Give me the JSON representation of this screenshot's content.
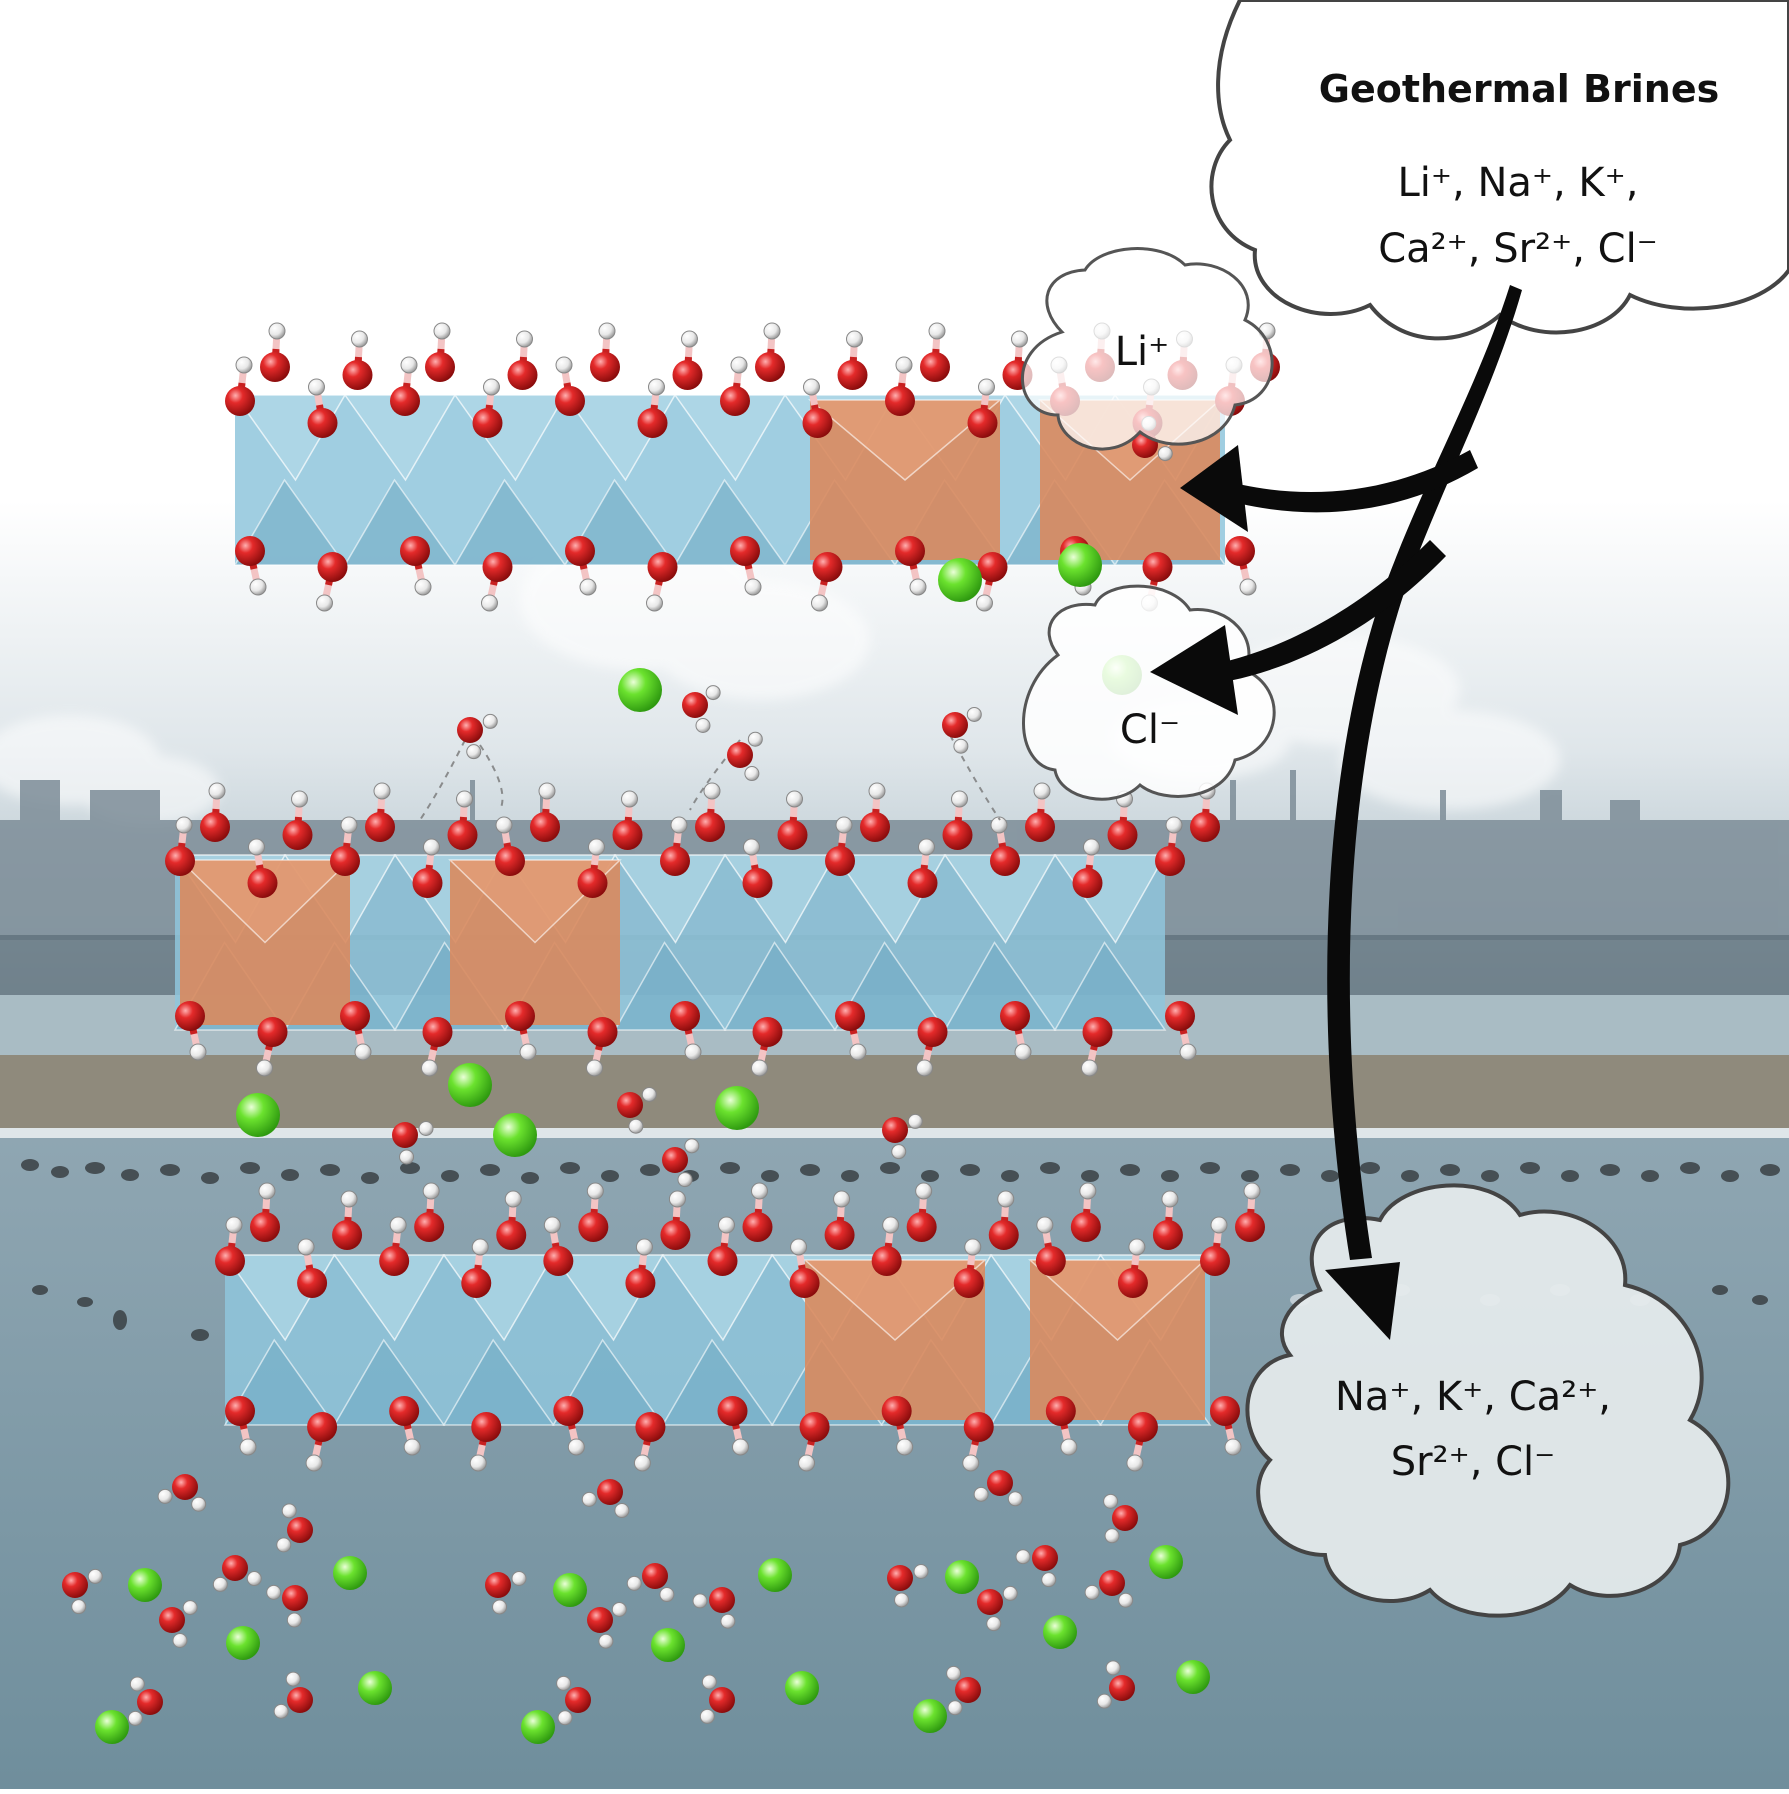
{
  "main_cloud": {
    "title": "Geothermal Brines",
    "line1": "Li⁺, Na⁺, K⁺,",
    "line2": "Ca²⁺, Sr²⁺, Cl⁻"
  },
  "li_cloud": {
    "label": "Li⁺"
  },
  "cl_cloud": {
    "label": "Cl⁻"
  },
  "out_cloud": {
    "line1": "Na⁺, K⁺, Ca²⁺,",
    "line2": "Sr²⁺, Cl⁻"
  },
  "colors": {
    "octa_blue": "#8fc6dc",
    "octa_orange": "#d98a5e",
    "oxygen": "#d71e1e",
    "hydrogen": "#f2f2f2",
    "chloride": "#5ee22b",
    "arrow": "#0a0a0a"
  }
}
